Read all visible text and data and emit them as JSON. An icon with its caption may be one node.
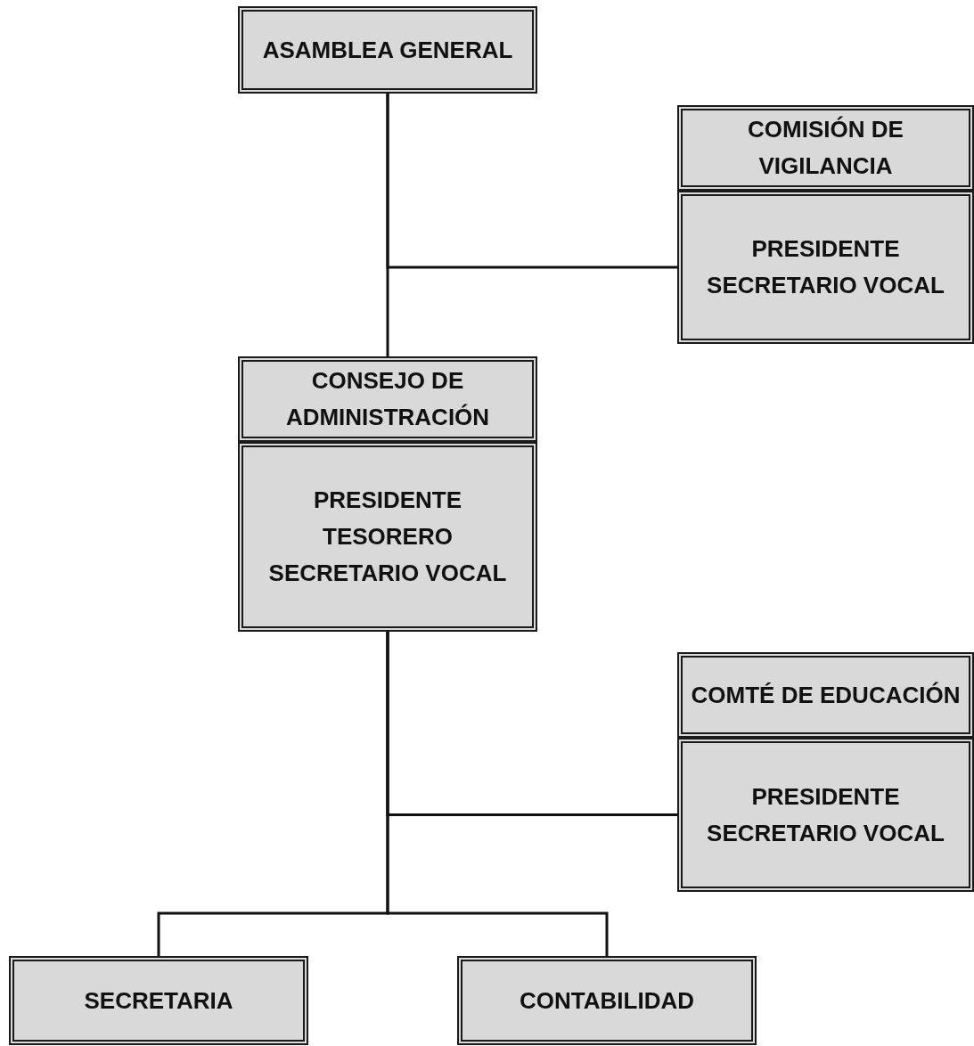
{
  "diagram": {
    "nodes": [
      {
        "text": [
          "ASAMBLEA GENERAL"
        ]
      },
      {
        "text": [
          "COMISIÓN DE VIGILANCIA"
        ]
      },
      {
        "text": [
          "PRESIDENTE SECRETARIO VOCAL"
        ]
      },
      {
        "text": [
          "CONSEJO DE ADMINISTRACIÓN"
        ]
      },
      {
        "text": [
          "PRESIDENTE TESORERO SECRETARIO VOCAL"
        ]
      },
      {
        "text": [
          "COMTÉ DE EDUCACIÓN"
        ]
      },
      {
        "text": [
          "PRESIDENTE SECRETARIO VOCAL"
        ]
      },
      {
        "text": [
          "SECRETARIA"
        ]
      },
      {
        "text": [
          "CONTABILIDAD"
        ]
      }
    ],
    "edges": [
      {
        "from": 0,
        "to": 3,
        "arrow": "none"
      },
      {
        "from": 0,
        "to": 2,
        "arrow": "none"
      },
      {
        "from": 4,
        "to": 6,
        "arrow": "none"
      },
      {
        "from": 4,
        "to": 7,
        "arrow": "none"
      },
      {
        "from": 4,
        "to": 8,
        "arrow": "none"
      }
    ]
  }
}
